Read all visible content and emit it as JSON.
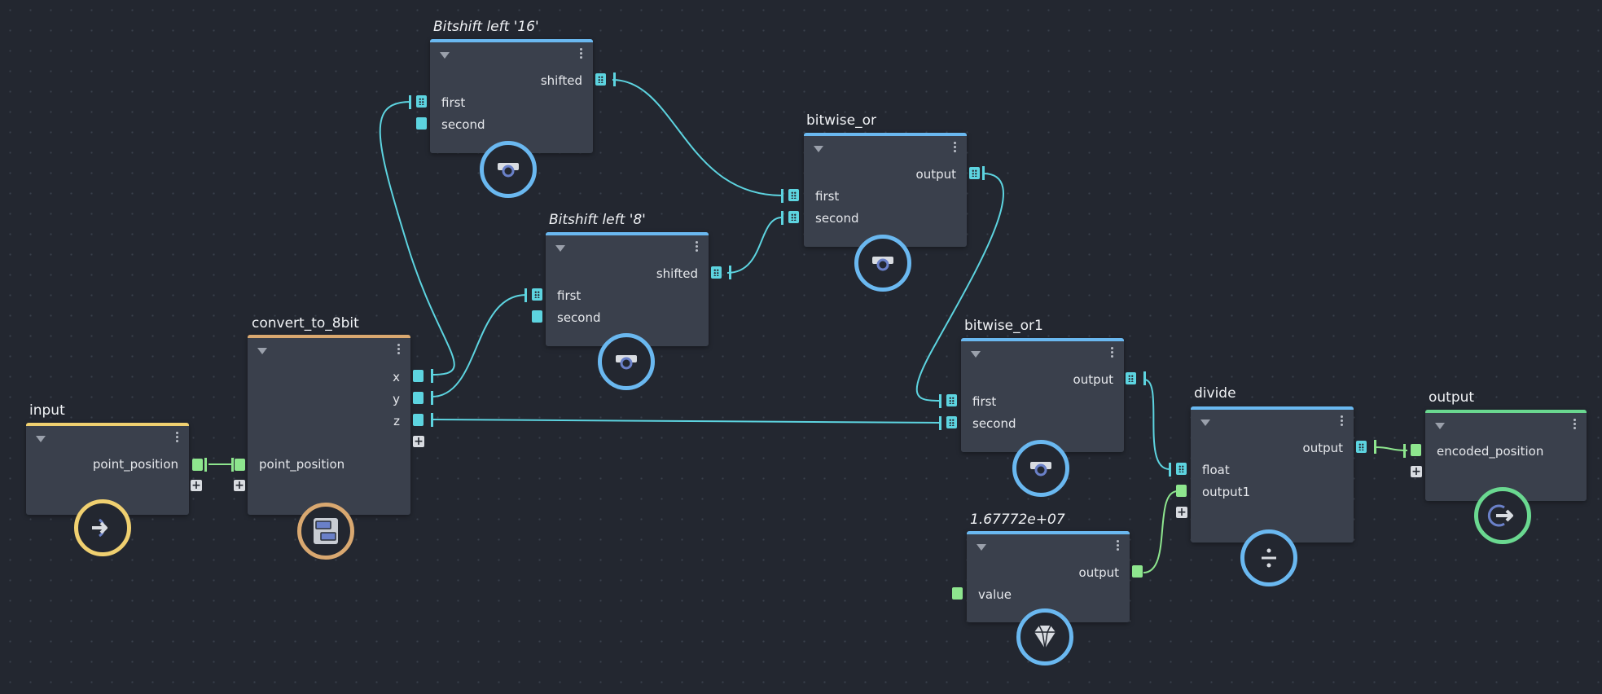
{
  "colors": {
    "background": "#232730",
    "wire_cyan": "#5dd4e0",
    "wire_green": "#8ee68e",
    "header_blue": "#6ab8f0",
    "header_yellow": "#f0d070",
    "header_orange": "#d9a870",
    "header_green": "#6ad890"
  },
  "nodes": {
    "input": {
      "title": "input",
      "out": "point_position",
      "icon": "input-arrow-icon"
    },
    "convert": {
      "title": "convert_to_8bit",
      "in": "point_position",
      "out_x": "x",
      "out_y": "y",
      "out_z": "z",
      "icon": "convert-icon"
    },
    "bs16": {
      "title": "Bitshift left '16'",
      "out": "shifted",
      "in1": "first",
      "in2": "second",
      "icon": "bitshift-icon"
    },
    "bs8": {
      "title": "Bitshift left '8'",
      "out": "shifted",
      "in1": "first",
      "in2": "second",
      "icon": "bitshift-icon"
    },
    "bor": {
      "title": "bitwise_or",
      "out": "output",
      "in1": "first",
      "in2": "second",
      "icon": "bitwise-icon"
    },
    "bor1": {
      "title": "bitwise_or1",
      "out": "output",
      "in1": "first",
      "in2": "second",
      "icon": "bitwise-icon"
    },
    "const": {
      "title": "1.67772e+07",
      "out": "output",
      "in": "value",
      "icon": "diamond-icon"
    },
    "divide": {
      "title": "divide",
      "out": "output",
      "in1": "float",
      "in2": "output1",
      "icon": "divide-icon"
    },
    "output": {
      "title": "output",
      "in": "encoded_position",
      "icon": "output-arrow-icon"
    }
  },
  "buttons": {
    "add": "+"
  }
}
